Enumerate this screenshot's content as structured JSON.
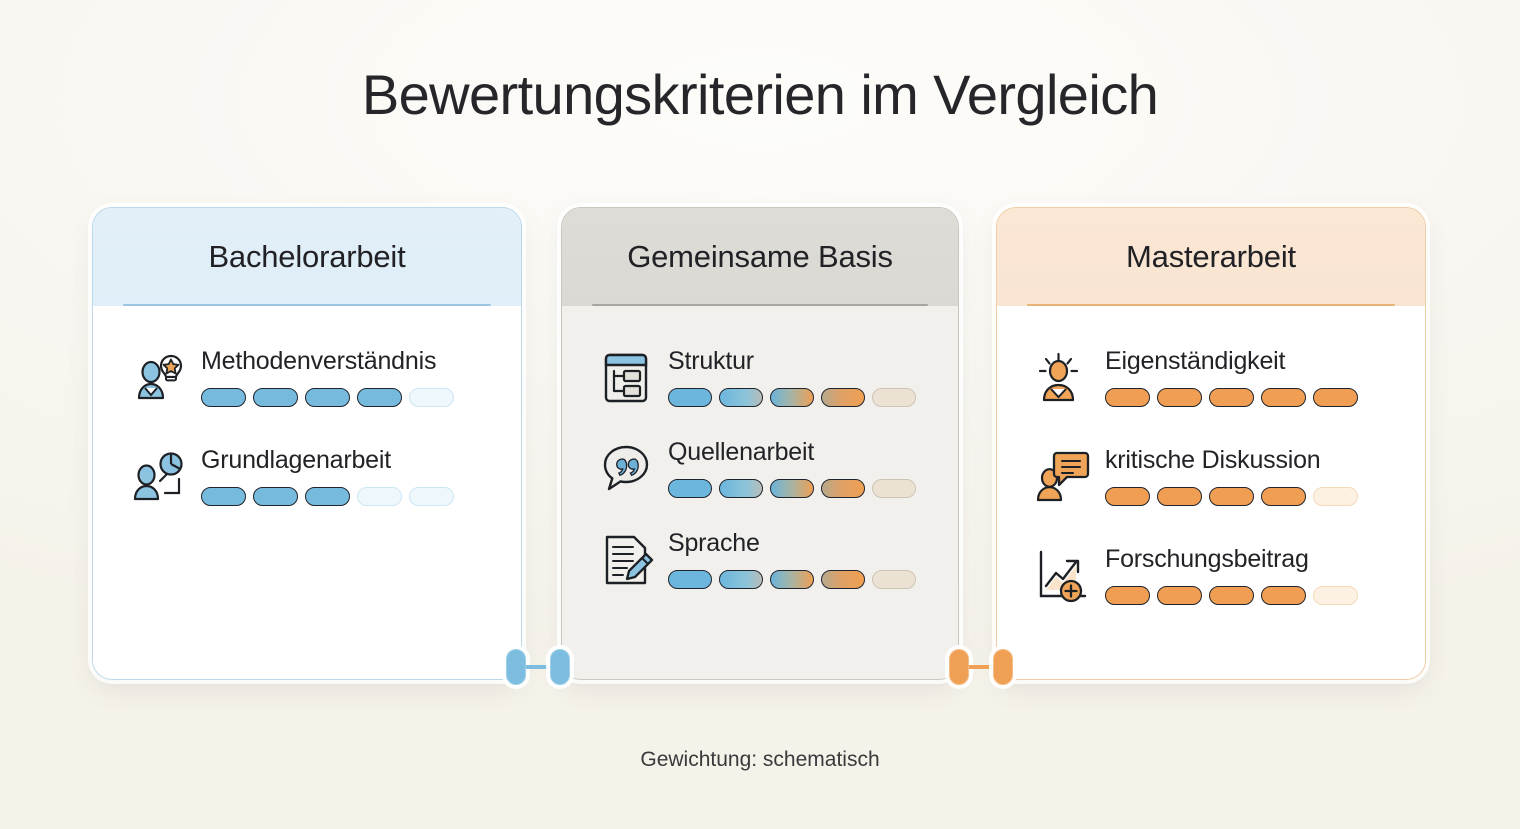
{
  "page": {
    "title": "Bewertungskriterien im Vergleich",
    "footer_note": "Gewichtung: schematisch"
  },
  "theme": {
    "background": "#faf8f3",
    "blue_accent": "#76bade",
    "blue_border": "#bcd8ea",
    "blue_header_bg": "#e2eff8",
    "orange_accent": "#ef9e53",
    "orange_border": "#f0cda4",
    "orange_header_bg": "#fae7d4",
    "neutral_header_bg": "#dedcd6",
    "neutral_body_bg": "#f2f0ec",
    "neutral_border": "#c9c7c0",
    "text_color": "#232327"
  },
  "cards": [
    {
      "id": "bachelorarbeit",
      "title": "Bachelorarbeit",
      "accent": "blue",
      "criteria": [
        {
          "label": "Methodenverständnis",
          "icon": "person-lightbulb-star-icon",
          "filled": 4,
          "total": 5,
          "pills": [
            "blue",
            "blue",
            "blue",
            "blue",
            "blue-empty"
          ]
        },
        {
          "label": "Grundlagenarbeit",
          "icon": "person-pie-chart-icon",
          "filled": 3,
          "total": 5,
          "pills": [
            "blue",
            "blue",
            "blue",
            "blue-empty",
            "blue-empty"
          ]
        }
      ]
    },
    {
      "id": "gemeinsame-basis",
      "title": "Gemeinsame Basis",
      "accent": "neutral",
      "criteria": [
        {
          "label": "Struktur",
          "icon": "document-layout-icon",
          "filled": 4,
          "total": 5,
          "pills": [
            "g1",
            "g2",
            "g3",
            "g4",
            "g5"
          ]
        },
        {
          "label": "Quellenarbeit",
          "icon": "quote-bubble-icon",
          "filled": 4,
          "total": 5,
          "pills": [
            "g1",
            "g2",
            "g3",
            "g4",
            "g5"
          ]
        },
        {
          "label": "Sprache",
          "icon": "document-pencil-icon",
          "filled": 4,
          "total": 5,
          "pills": [
            "g1",
            "g2",
            "g3",
            "g4",
            "g5"
          ]
        }
      ]
    },
    {
      "id": "masterarbeit",
      "title": "Masterarbeit",
      "accent": "orange",
      "criteria": [
        {
          "label": "Eigenständigkeit",
          "icon": "person-idea-rays-icon",
          "filled": 5,
          "total": 5,
          "pills": [
            "orange",
            "orange",
            "orange",
            "orange",
            "orange"
          ]
        },
        {
          "label": "kritische Diskussion",
          "icon": "person-speech-bubble-icon",
          "filled": 4,
          "total": 5,
          "pills": [
            "orange",
            "orange",
            "orange",
            "orange",
            "orange-empty"
          ]
        },
        {
          "label": "Forschungsbeitrag",
          "icon": "chart-growth-plus-icon",
          "filled": 4,
          "total": 5,
          "pills": [
            "orange",
            "orange",
            "orange",
            "orange",
            "orange-empty"
          ]
        }
      ]
    }
  ],
  "connectors": [
    {
      "id": "left-connector",
      "color": "blue"
    },
    {
      "id": "right-connector",
      "color": "orange"
    }
  ]
}
